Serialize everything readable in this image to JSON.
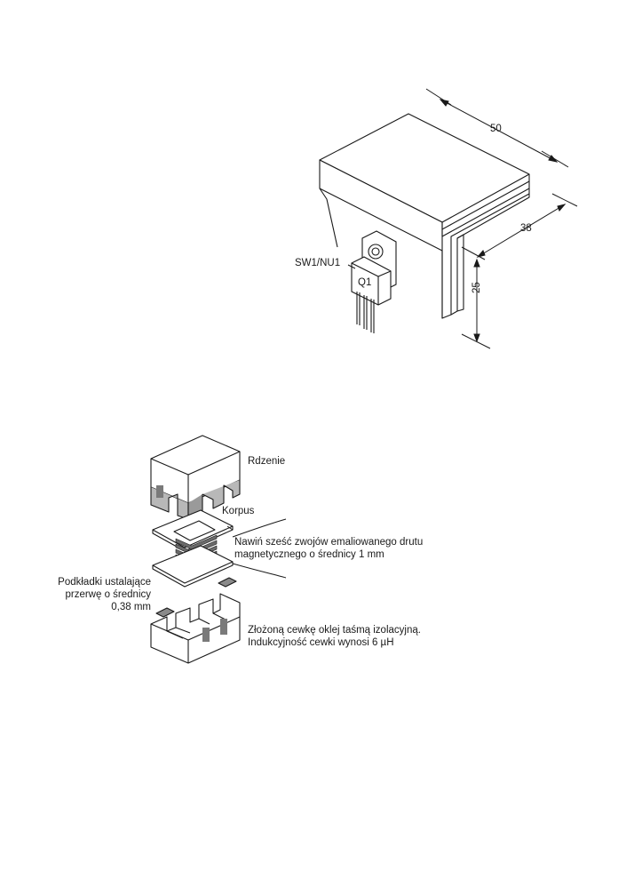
{
  "heatsink_figure": {
    "dimension_width": "50",
    "dimension_depth": "38",
    "dimension_height": "25",
    "part_label": "SW1/NU1",
    "transistor_label": "Q1"
  },
  "inductor_figure": {
    "cores_label": "Rdzenie",
    "bobbin_label": "Korpus",
    "winding_note_line1": "Nawiń sześć zwojów emaliowanego drutu",
    "winding_note_line2": "magnetycznego o średnicy 1 mm",
    "spacer_note_line1": "Podkładki ustalające",
    "spacer_note_line2": "przerwę o średnicy",
    "spacer_note_line3": "0,38 mm",
    "tape_note_line1": "Złożoną cewkę oklej taśmą izolacyjną.",
    "tape_note_line2": "Indukcyjność cewki wynosi 6 µH"
  }
}
